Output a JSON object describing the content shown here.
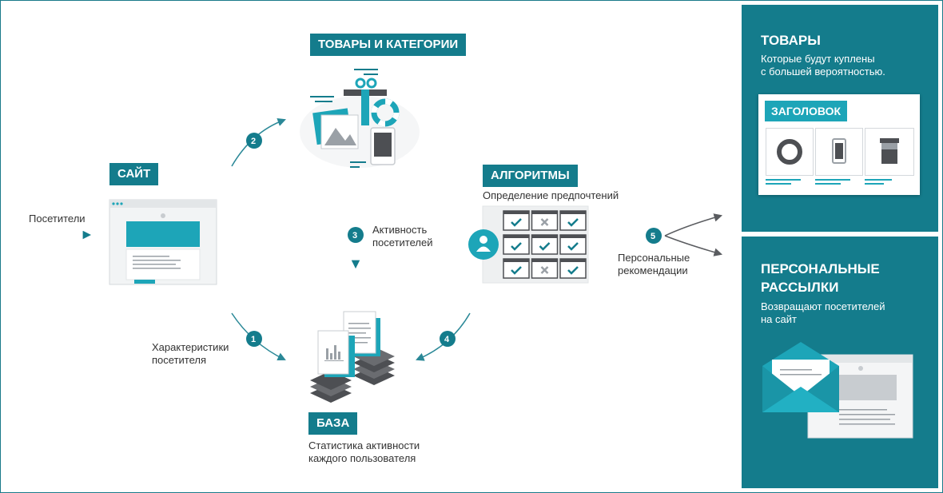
{
  "flow": {
    "site_label": "САЙТ",
    "products_label": "ТОВАРЫ И КАТЕГОРИИ",
    "algorithms_label": "АЛГОРИТМЫ",
    "algorithms_sub": "Определение предпочтений",
    "base_label": "БАЗА",
    "base_sub_1": "Статистика активности",
    "base_sub_2": "каждого пользователя",
    "visitors": "Посетители",
    "step1_line1": "Характеристики",
    "step1_line2": "посетителя",
    "step3_line1": "Активность",
    "step3_line2": "посетителей",
    "step5_line1": "Персональные",
    "step5_line2": "рекомендации",
    "steps": [
      "1",
      "2",
      "3",
      "4",
      "5"
    ]
  },
  "panel_products": {
    "title": "ТОВАРЫ",
    "sub_line1": "Которые будут куплены",
    "sub_line2": "с большей вероятностью.",
    "card_heading": "ЗАГОЛОВОК"
  },
  "panel_mailing": {
    "title_line1": "ПЕРСОНАЛЬНЫЕ",
    "title_line2": "РАССЫЛКИ",
    "sub_line1": "Возвращают посетителей",
    "sub_line2": "на сайт"
  },
  "colors": {
    "teal_dark": "#147c8c",
    "teal_light": "#1da5b8",
    "gray_dark": "#4d4f53",
    "gray_light": "#c8ccd0"
  }
}
